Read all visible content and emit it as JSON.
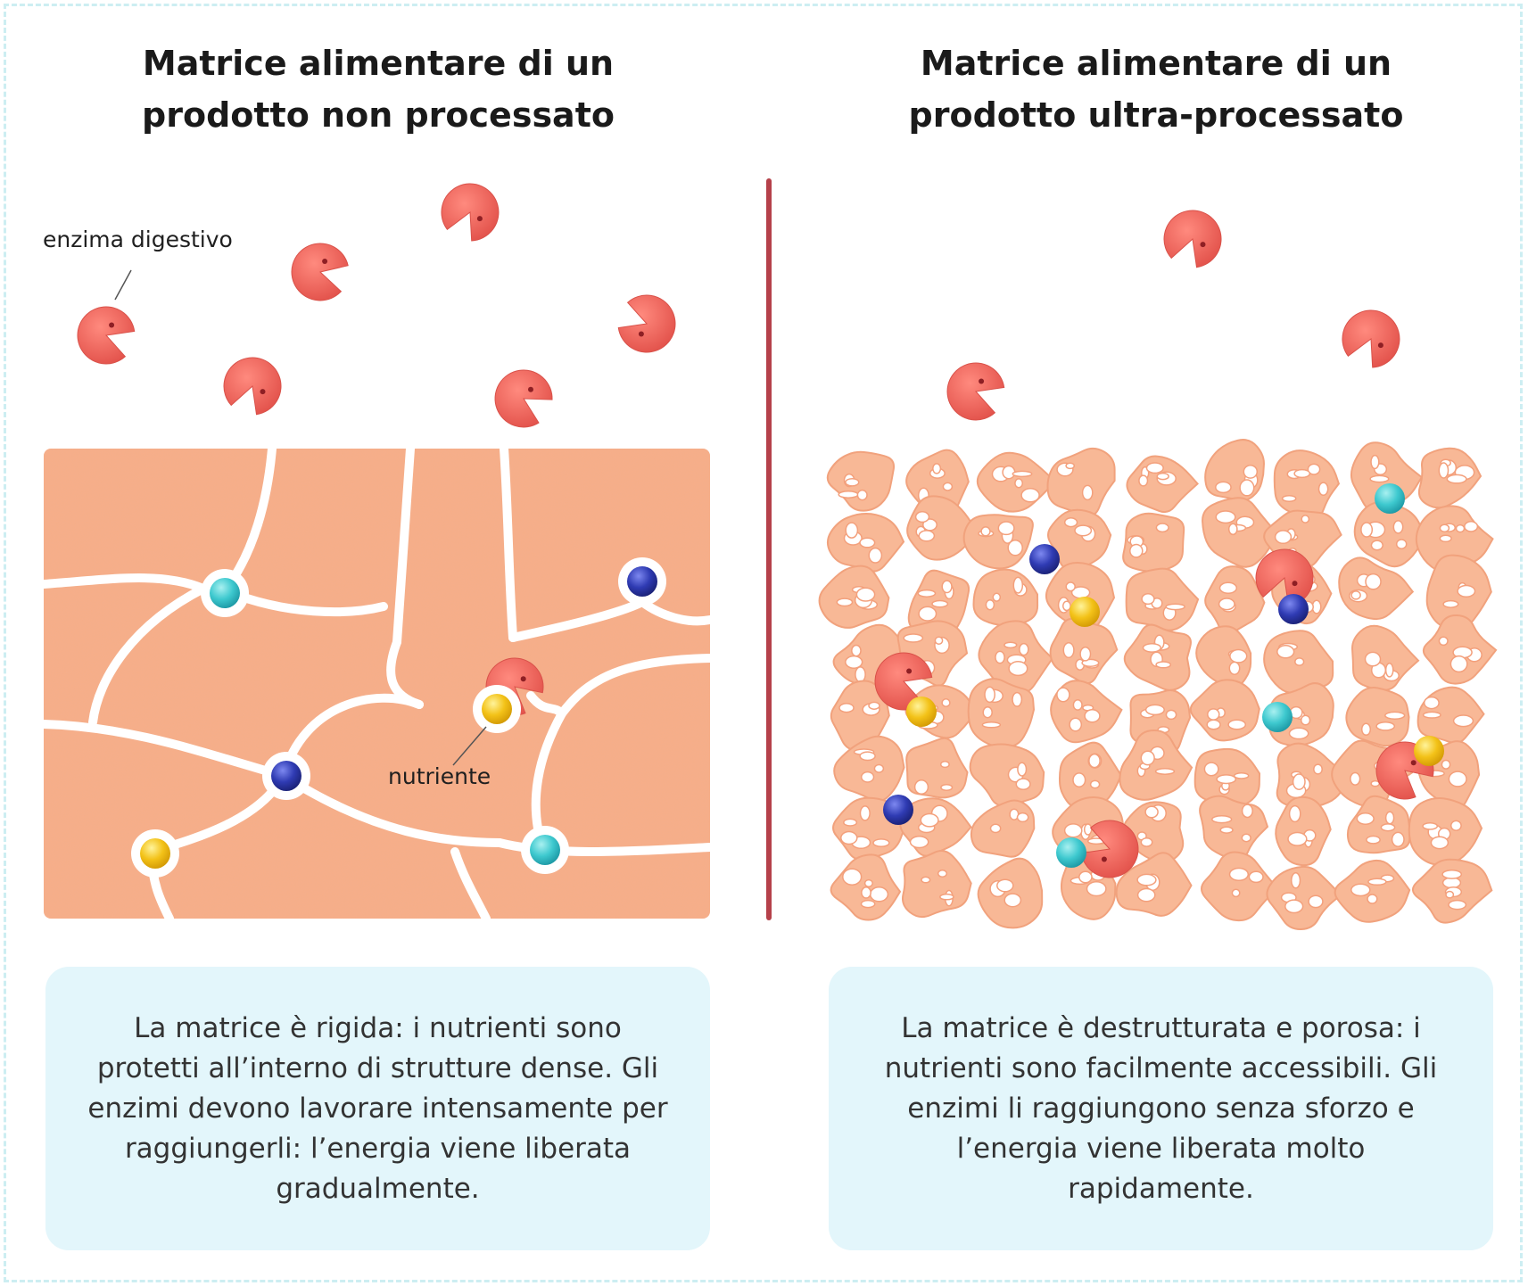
{
  "left_panel": {
    "title_line1": "Matrice alimentare di un",
    "title_line2": "prodotto non processato",
    "enzyme_label": "enzima digestivo",
    "nutrient_label": "nutriente",
    "description": "La matrice è rigida: i nutrienti sono protetti all’interno di strutture dense. Gli enzimi devono lavorare intensamente per raggiungerli: l’energia viene liberata gradualmente."
  },
  "right_panel": {
    "title_line1": "Matrice alimentare di un",
    "title_line2": "prodotto ultra-processato",
    "description": "La matrice è destrutturata e porosa: i nutrienti sono facilmente accessibili. Gli enzimi li raggiungono senza sforzo e l’energia viene liberata molto rapidamente."
  },
  "colors": {
    "enzyme": "#f06a60",
    "matrix": "#f7ad87",
    "porous_matrix": "#f8b896",
    "nutrient_cyan": "#3ec9cf",
    "nutrient_blue": "#2f3bb3",
    "nutrient_yellow": "#f3c218",
    "divider": "#b5414a",
    "text_box": "#e3f6fb",
    "frame": "#cdeef2"
  }
}
